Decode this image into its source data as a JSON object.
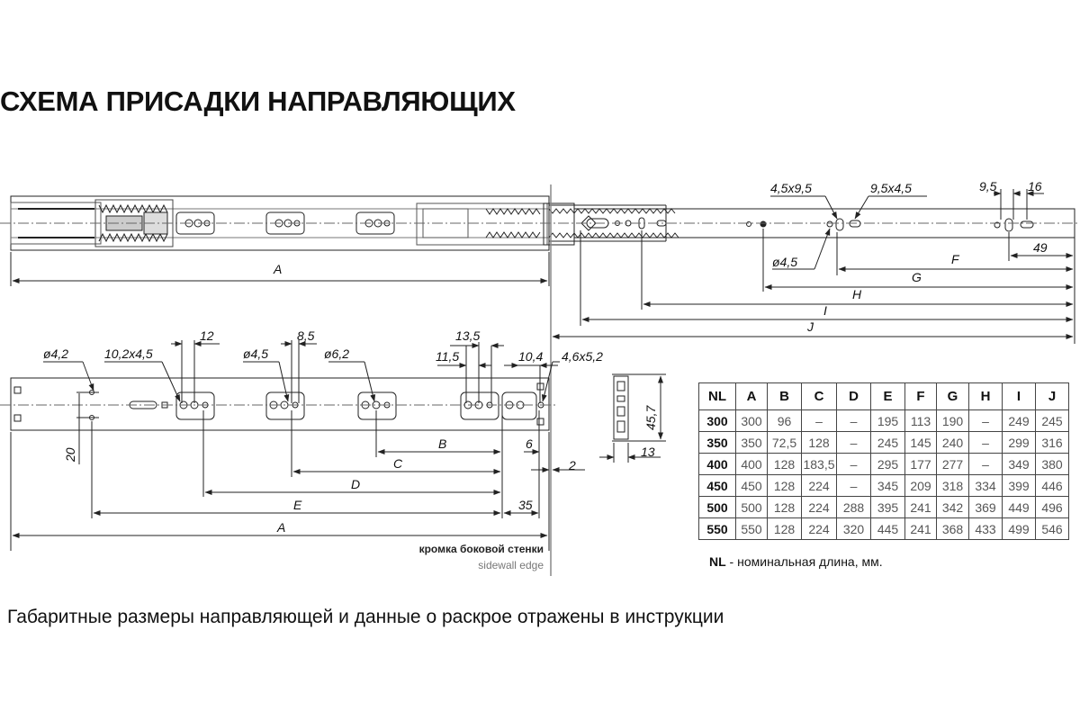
{
  "title": "СХЕМА ПРИСАДКИ НАПРАВЛЯЮЩИХ",
  "top_view": {
    "dim_labels": {
      "A": "A",
      "F": "F",
      "G": "G",
      "H": "H",
      "I": "I",
      "J": "J"
    },
    "callouts": {
      "slot1": "4,5x9,5",
      "slot2": "9,5x4,5",
      "hole": "ø4,5",
      "d95": "9,5",
      "d16": "16",
      "d49": "49"
    }
  },
  "bottom_view": {
    "dim_labels": {
      "B": "B",
      "C": "C",
      "D": "D",
      "E": "E",
      "A": "A"
    },
    "callouts": {
      "hole42": "ø4,2",
      "slot102": "10,2x4,5",
      "d12": "12",
      "hole45": "ø4,5",
      "d85": "8,5",
      "hole62": "ø6,2",
      "d135": "13,5",
      "d115": "11,5",
      "d104": "10,4",
      "slot46": "4,6x5,2",
      "d20": "20",
      "d6": "6",
      "d2": "2",
      "d35": "35"
    },
    "edge_label_ru": "кромка боковой стенки",
    "edge_label_en": "sidewall edge"
  },
  "profile": {
    "height": "45,7",
    "width": "13"
  },
  "table": {
    "headers": [
      "NL",
      "A",
      "B",
      "C",
      "D",
      "E",
      "F",
      "G",
      "H",
      "I",
      "J"
    ],
    "rows": [
      [
        "300",
        "300",
        "96",
        "–",
        "–",
        "195",
        "113",
        "190",
        "–",
        "249",
        "245"
      ],
      [
        "350",
        "350",
        "72,5",
        "128",
        "–",
        "245",
        "145",
        "240",
        "–",
        "299",
        "316"
      ],
      [
        "400",
        "400",
        "128",
        "183,5",
        "–",
        "295",
        "177",
        "277",
        "–",
        "349",
        "380"
      ],
      [
        "450",
        "450",
        "128",
        "224",
        "–",
        "345",
        "209",
        "318",
        "334",
        "399",
        "446"
      ],
      [
        "500",
        "500",
        "128",
        "224",
        "288",
        "395",
        "241",
        "342",
        "369",
        "449",
        "496"
      ],
      [
        "550",
        "550",
        "128",
        "224",
        "320",
        "445",
        "241",
        "368",
        "433",
        "499",
        "546"
      ]
    ]
  },
  "note": {
    "key": "NL",
    "text": " - номинальная длина, мм."
  },
  "footer": "Габаритные размеры направляющей и данные о раскрое отражены в инструкции"
}
